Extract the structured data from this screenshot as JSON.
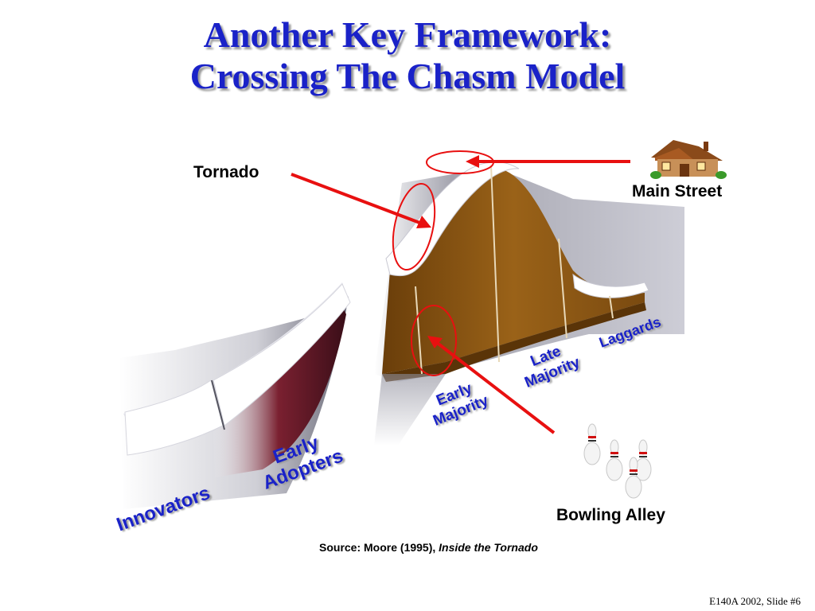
{
  "title": {
    "line1": "Another Key Framework:",
    "line2": "Crossing The Chasm Model"
  },
  "labels": {
    "tornado": "Tornado",
    "main_street": "Main Street",
    "bowling_alley": "Bowling Alley"
  },
  "segments": {
    "innovators": "Innovators",
    "early_adopters_1": "Early",
    "early_adopters_2": "Adopters",
    "early_majority_1": "Early",
    "early_majority_2": "Majority",
    "late_majority_1": "Late",
    "late_majority_2": "Majority",
    "laggards": "Laggards"
  },
  "source": {
    "prefix": "Source:  Moore (1995), ",
    "book": "Inside the Tornado"
  },
  "footer": "E140A 2002, Slide #6",
  "colors": {
    "title": "#1a22c8",
    "arrow": "#e81010",
    "curve_fill": "#8a5210",
    "left_fill": "#5a1e2a"
  },
  "icons": [
    "house-icon",
    "bowling-pins-icon"
  ]
}
